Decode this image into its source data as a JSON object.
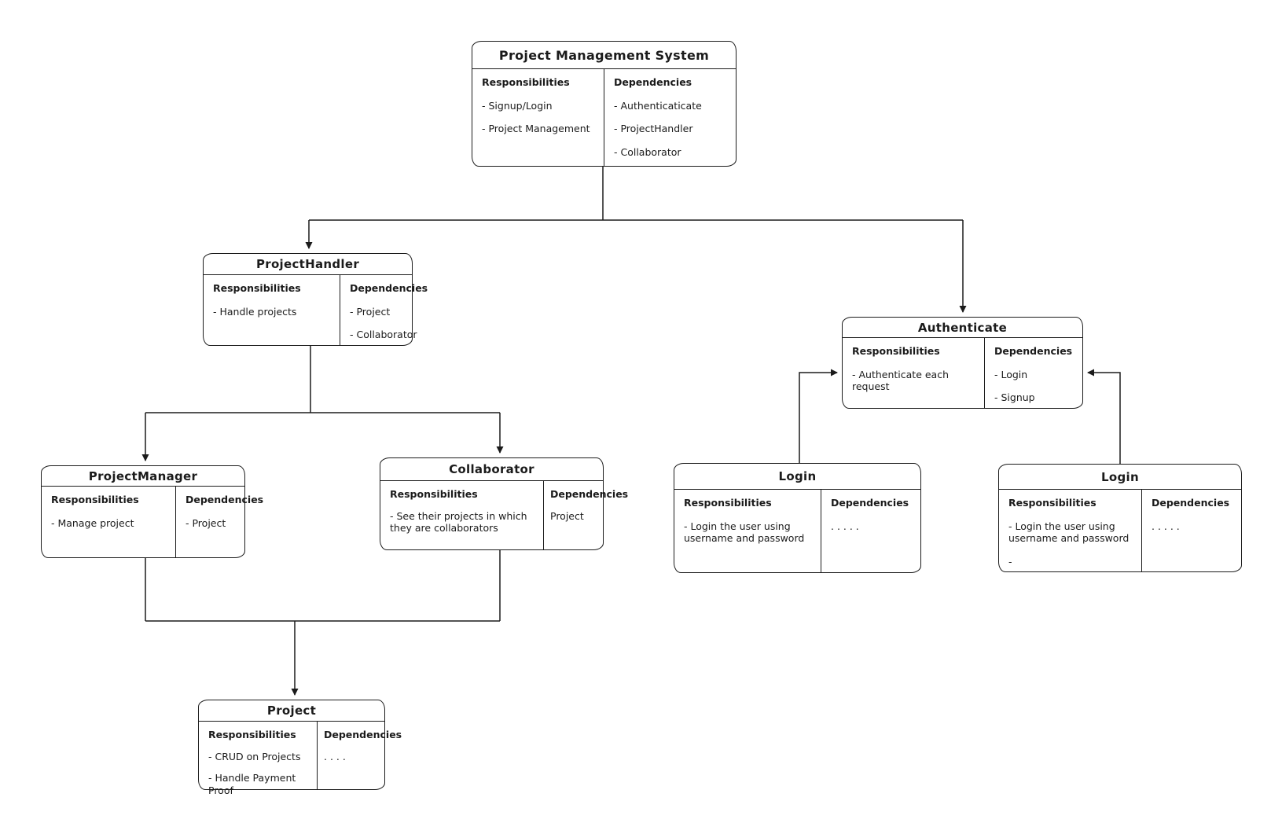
{
  "labels": {
    "responsibilities": "Responsibilities",
    "dependencies": "Dependencies"
  },
  "cards": {
    "pms": {
      "title": "Project Management System",
      "responsibilities": [
        "- Signup/Login",
        "- Project Management"
      ],
      "dependencies": [
        "- Authenticaticate",
        "- ProjectHandler",
        "- Collaborator"
      ]
    },
    "project_handler": {
      "title": "ProjectHandler",
      "responsibilities": [
        "- Handle projects"
      ],
      "dependencies": [
        "- Project",
        "- Collaborator"
      ]
    },
    "authenticate": {
      "title": "Authenticate",
      "responsibilities": [
        "- Authenticate each request"
      ],
      "dependencies": [
        "- Login",
        "- Signup"
      ]
    },
    "project_manager": {
      "title": "ProjectManager",
      "responsibilities": [
        "- Manage project"
      ],
      "dependencies": [
        "- Project"
      ]
    },
    "collaborator": {
      "title": "Collaborator",
      "responsibilities": [
        "- See their projects in which they are collaborators"
      ],
      "dependencies": [
        "Project"
      ]
    },
    "login_left": {
      "title": "Login",
      "responsibilities": [
        "- Login the user  using username and password"
      ],
      "dependencies": [
        ". . . . ."
      ]
    },
    "login_right": {
      "title": "Login",
      "responsibilities": [
        "- Login the user  using username and password",
        "-"
      ],
      "dependencies": [
        ". . . . ."
      ]
    },
    "project": {
      "title": "Project",
      "responsibilities": [
        "- CRUD on Projects",
        "- Handle Payment Proof"
      ],
      "dependencies": [
        ". . . ."
      ]
    }
  },
  "colors": {
    "stroke": "#1b1b1b",
    "background": "#ffffff"
  }
}
